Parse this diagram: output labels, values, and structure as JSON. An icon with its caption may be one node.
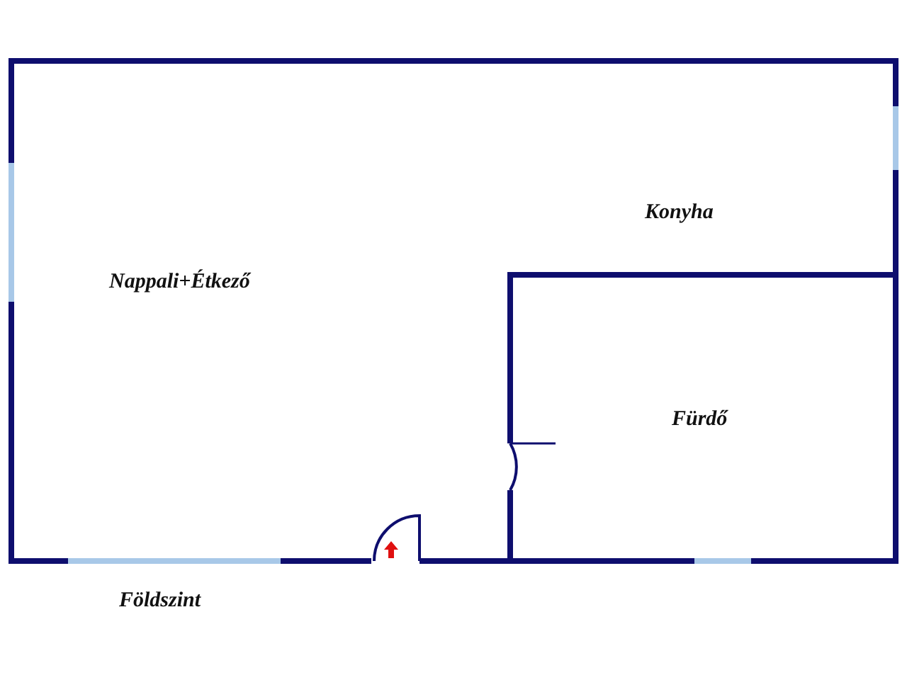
{
  "diagram": {
    "nodes": [
      {
        "text": [
          "Konyha",
          "Nappali+Étkező"
        ]
      },
      {
        "text": [
          "Fürdő"
        ],
        "in": 0
      }
    ],
    "labels": [
      "Földszint"
    ]
  }
}
